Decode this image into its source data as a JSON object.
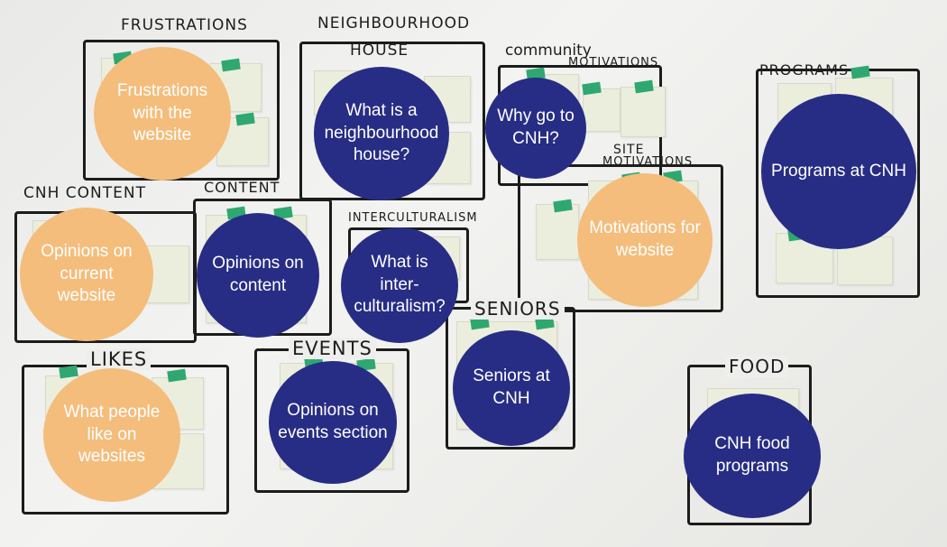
{
  "colors": {
    "navy": "#272d84",
    "peach": "#f4bd7c",
    "board": "#eeeeec",
    "ink": "#1c1c1c",
    "tape": "#2ea870"
  },
  "board_labels": {
    "frustrations": "FRUSTRATIONS",
    "neighbourhood": "NEIGHBOURHOOD",
    "house": "HOUSE",
    "community": "community",
    "motivations": "MOTIVATIONS",
    "programs": "PROGRAMS",
    "site": "SITE",
    "site_motivations": "MOTIVATIONS",
    "cnh_content": "CNH CONTENT",
    "content": "CONTENT",
    "interculturalism": "INTERCULTURALISM",
    "seniors": "SENIORS",
    "likes": "LIKES",
    "events": "EVENTS",
    "food": "FOOD"
  },
  "circles": {
    "frustrations": "Frustrations\nwith the website",
    "neighbourhood_house": "What is a\nneighbourhood\nhouse?",
    "why_cnh": "Why go to\nCNH?",
    "programs": "Programs at CNH",
    "motivations": "Motivations for\nwebsite",
    "current_website": "Opinions on\ncurrent website",
    "content": "Opinions on\ncontent",
    "interculturalism": "What is\ninter-\nculturalism?",
    "seniors": "Seniors at\nCNH",
    "likes": "What people\nlike on websites",
    "events": "Opinions on\nevents section",
    "food": "CNH food\nprograms"
  }
}
